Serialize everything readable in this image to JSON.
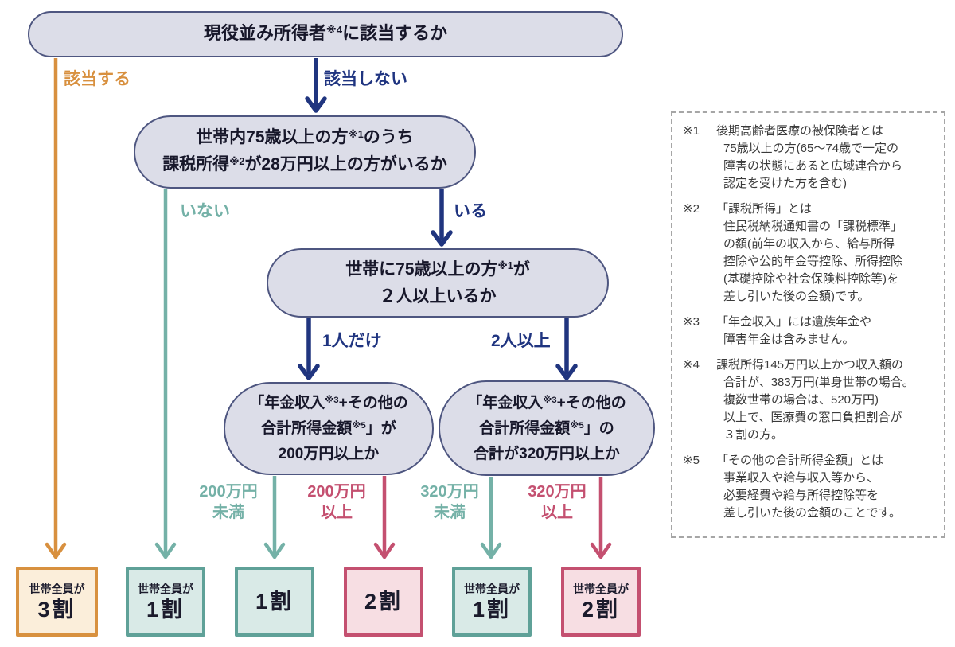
{
  "palette": {
    "navy": "#20357f",
    "orange": "#d8903f",
    "teal": "#74b1a7",
    "crimson": "#c45070",
    "pill_fill": "#dcdde8",
    "pill_border": "#4e5680",
    "result_orange_fill": "#fbeeda",
    "result_teal_fill": "#d9eae7",
    "result_pink_fill": "#f7dee3"
  },
  "flow": {
    "q_top": {
      "lines": [
        [
          "現役並み所得者",
          {
            "sup": "※4"
          },
          "に該当するか"
        ]
      ]
    },
    "q_income28": {
      "lines": [
        [
          "世帯内75歳以上の方",
          {
            "sup": "※1"
          },
          "のうち"
        ],
        [
          "課税所得",
          {
            "sup": "※2"
          },
          "が28万円以上の方がいるか"
        ]
      ]
    },
    "q_two": {
      "lines": [
        [
          "世帯に75歳以上の方",
          {
            "sup": "※1"
          },
          "が"
        ],
        [
          "２人以上いるか"
        ]
      ]
    },
    "q_p200": {
      "lines": [
        [
          "「年金収入",
          {
            "sup": "※3"
          },
          "+その他の"
        ],
        [
          "合計所得金額",
          {
            "sup": "※5"
          },
          "」が"
        ],
        [
          "200万円以上か"
        ]
      ]
    },
    "q_p320": {
      "lines": [
        [
          "「年金収入",
          {
            "sup": "※3"
          },
          "+その他の"
        ],
        [
          "合計所得金額",
          {
            "sup": "※5"
          },
          "」の"
        ],
        [
          "合計が320万円以上か"
        ]
      ]
    },
    "labels": {
      "applies": "該当する",
      "not_applies": "該当しない",
      "no_one": "いない",
      "exists": "いる",
      "only_one": "1人だけ",
      "two_plus": "2人以上",
      "under200": [
        "200万円",
        "未満"
      ],
      "over200": [
        "200万円",
        "以上"
      ],
      "under320": [
        "320万円",
        "未満"
      ],
      "over320": [
        "320万円",
        "以上"
      ]
    },
    "results": [
      {
        "sub": "世帯全員が",
        "main": "3割"
      },
      {
        "sub": "世帯全員が",
        "main": "1割"
      },
      {
        "sub": "",
        "main": "1割"
      },
      {
        "sub": "",
        "main": "2割"
      },
      {
        "sub": "世帯全員が",
        "main": "1割"
      },
      {
        "sub": "世帯全員が",
        "main": "2割"
      }
    ]
  },
  "notes": {
    "items": [
      {
        "marker": "※1",
        "lines": [
          "後期高齢者医療の被保険者とは",
          "75歳以上の方(65～74歳で一定の",
          "障害の状態にあると広域連合から",
          "認定を受けた方を含む)"
        ]
      },
      {
        "marker": "※2",
        "lines": [
          "「課税所得」とは",
          "住民税納税通知書の「課税標準」",
          "の額(前年の収入から、給与所得",
          "控除や公的年金等控除、所得控除",
          "(基礎控除や社会保険料控除等)を",
          "差し引いた後の金額)です。"
        ]
      },
      {
        "marker": "※3",
        "lines": [
          "「年金収入」には遺族年金や",
          "障害年金は含みません。"
        ]
      },
      {
        "marker": "※4",
        "lines": [
          "課税所得145万円以上かつ収入額の",
          "合計が、383万円(単身世帯の場合。",
          "複数世帯の場合は、520万円)",
          "以上で、医療費の窓口負担割合が",
          "３割の方。"
        ]
      },
      {
        "marker": "※5",
        "lines": [
          "「その他の合計所得金額」とは",
          "事業収入や給与収入等から、",
          "必要経費や給与所得控除等を",
          "差し引いた後の金額のことです。"
        ]
      }
    ]
  }
}
